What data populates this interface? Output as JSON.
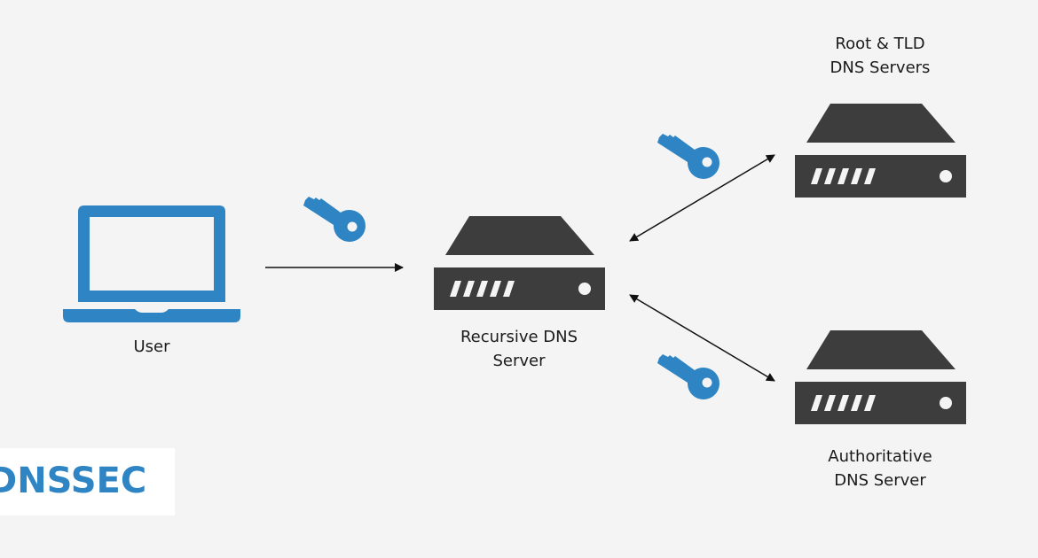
{
  "title": "DNSSEC",
  "colors": {
    "accent": "#2f85c4",
    "server": "#3d3d3d",
    "background": "#f4f4f4",
    "arrow": "#111111"
  },
  "nodes": {
    "user": {
      "label": "User",
      "icon": "laptop-icon"
    },
    "recursive": {
      "label_line1": "Recursive DNS",
      "label_line2": "Server",
      "icon": "server-icon"
    },
    "root_tld": {
      "label_line1": "Root & TLD",
      "label_line2": "DNS Servers",
      "icon": "server-icon"
    },
    "authoritative": {
      "label_line1": "Authoritative",
      "label_line2": "DNS Server",
      "icon": "server-icon"
    }
  },
  "edges": [
    {
      "from": "user",
      "to": "recursive",
      "direction": "one-way",
      "secured": true,
      "icon": "key-icon"
    },
    {
      "from": "recursive",
      "to": "root_tld",
      "direction": "two-way",
      "secured": true,
      "icon": "key-icon"
    },
    {
      "from": "recursive",
      "to": "authoritative",
      "direction": "two-way",
      "secured": true,
      "icon": "key-icon"
    }
  ]
}
